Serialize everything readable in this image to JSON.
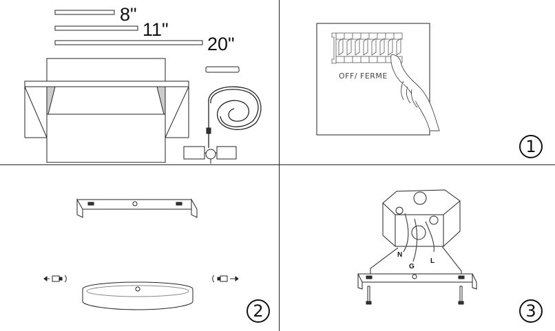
{
  "parts": {
    "rods": [
      {
        "label": "8\""
      },
      {
        "label": "11\""
      },
      {
        "label": "20\""
      }
    ]
  },
  "step1": {
    "number": "1",
    "breaker_label": "OFF/  FERME"
  },
  "step2": {
    "number": "2"
  },
  "step3": {
    "number": "3",
    "wires": {
      "neutral": "N",
      "ground": "G",
      "live": "L"
    }
  }
}
